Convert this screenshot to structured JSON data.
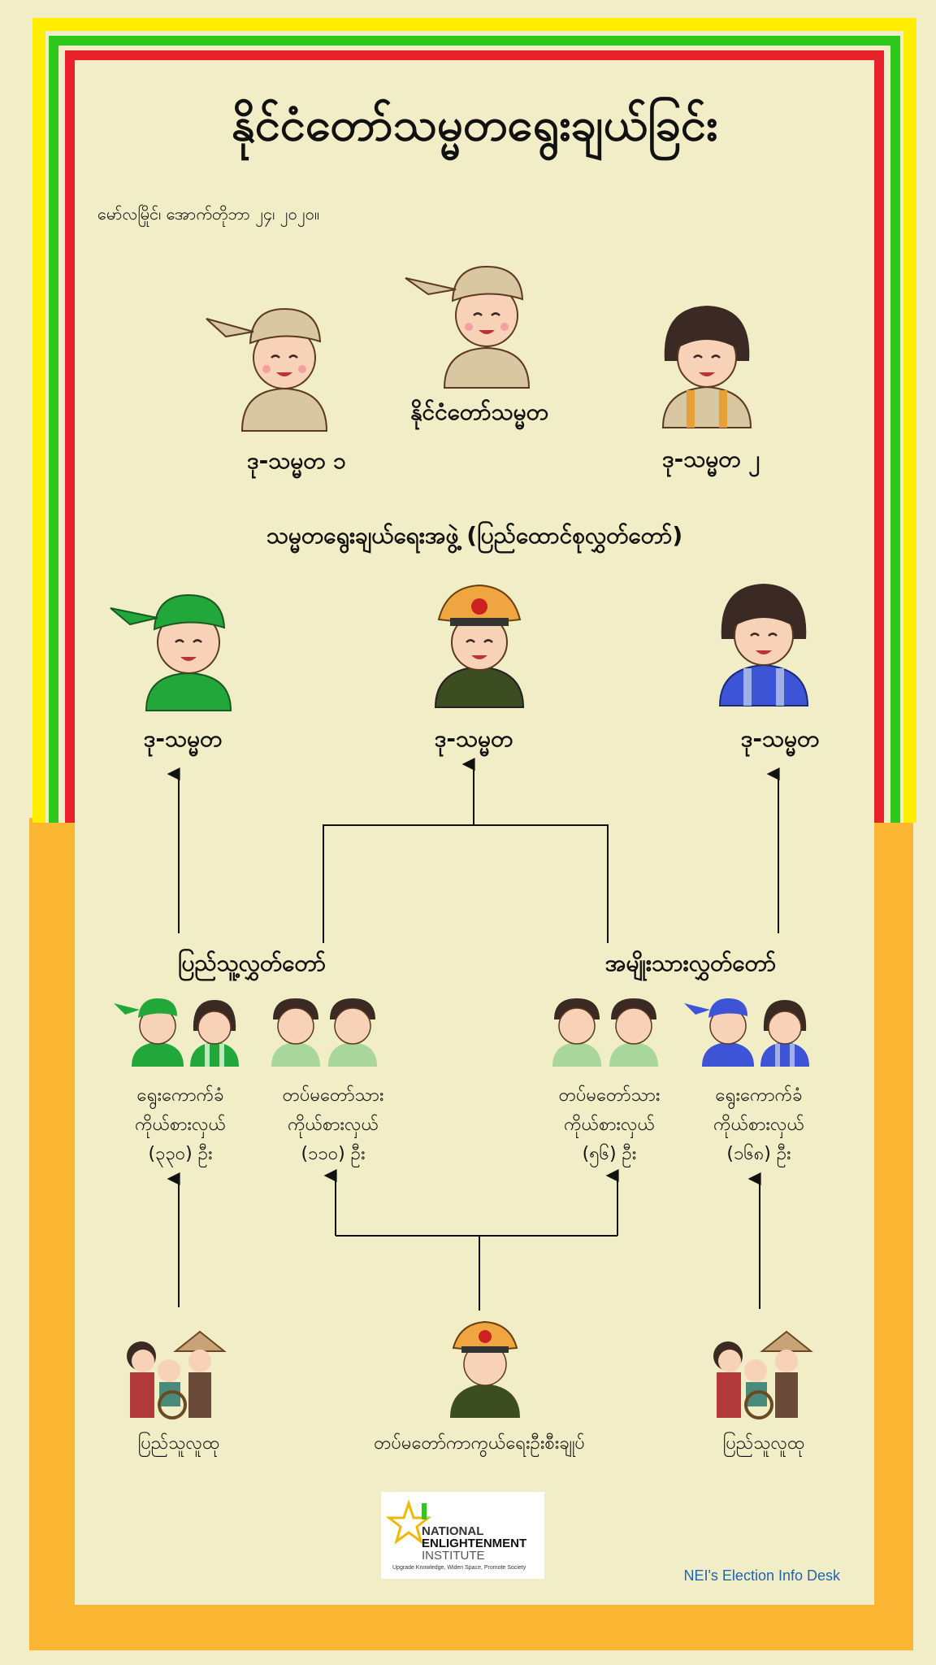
{
  "title": "နိုင်ငံတော်သမ္မတရွေးချယ်ခြင်း",
  "dateline": "မော်လမြိုင်၊ အောက်တိုဘာ ၂၄၊ ၂၀၂၀။",
  "top": {
    "vp1": "ဒု-သမ္မတ ၁",
    "president": "နိုင်ငံတော်သမ္မတ",
    "vp2": "ဒု-သမ္မတ ၂"
  },
  "college_title": "သမ္မတရွေးချယ်ရေးအဖွဲ့ (ပြည်ထောင်စုလွှတ်တော်)",
  "vp_row": {
    "left": "ဒု-သမ္မတ",
    "middle": "ဒု-သမ္မတ",
    "right": "ဒု-သမ္မတ"
  },
  "houses": {
    "lower": "ပြည်သူ့လွှတ်တော်",
    "upper": "အမျိုးသားလွှတ်တော်"
  },
  "reps": [
    {
      "line1": "ရွေးကောက်ခံ",
      "line2": "ကိုယ်စားလှယ်",
      "line3": "(၃၃၀) ဦး"
    },
    {
      "line1": "တပ်မတော်သား",
      "line2": "ကိုယ်စားလှယ်",
      "line3": "(၁၁၀) ဦး"
    },
    {
      "line1": "တပ်မတော်သား",
      "line2": "ကိုယ်စားလှယ်",
      "line3": "(၅၆) ဦး"
    },
    {
      "line1": "ရွေးကောက်ခံ",
      "line2": "ကိုယ်စားလှယ်",
      "line3": "(၁၆၈) ဦး"
    }
  ],
  "sources": {
    "left": "ပြည်သူလူထု",
    "middle": "တပ်မတော်ကာကွယ်ရေးဦးစီးချုပ်",
    "right": "ပြည်သူလူထု"
  },
  "logo": {
    "line1": "NATIONAL",
    "line2": "ENLIGHTENMENT",
    "line3": "INSTITUTE",
    "tagline": "Upgrade Knowledge, Widen Space, Promote Society"
  },
  "footer": "NEI's Election Info Desk",
  "colors": {
    "background": "#f1edc6",
    "yellow": "#ffee00",
    "green": "#2ec81a",
    "red": "#e8212a",
    "orange": "#fbb734",
    "skin": "#f8d2b6",
    "hair": "#3b2a23",
    "tan": "#d8c7a1",
    "green_shirt": "#22a83a",
    "blue_shirt": "#3e54d6",
    "military": "#3d4d22",
    "cap": "#f0a640",
    "link": "#1f63b3"
  }
}
